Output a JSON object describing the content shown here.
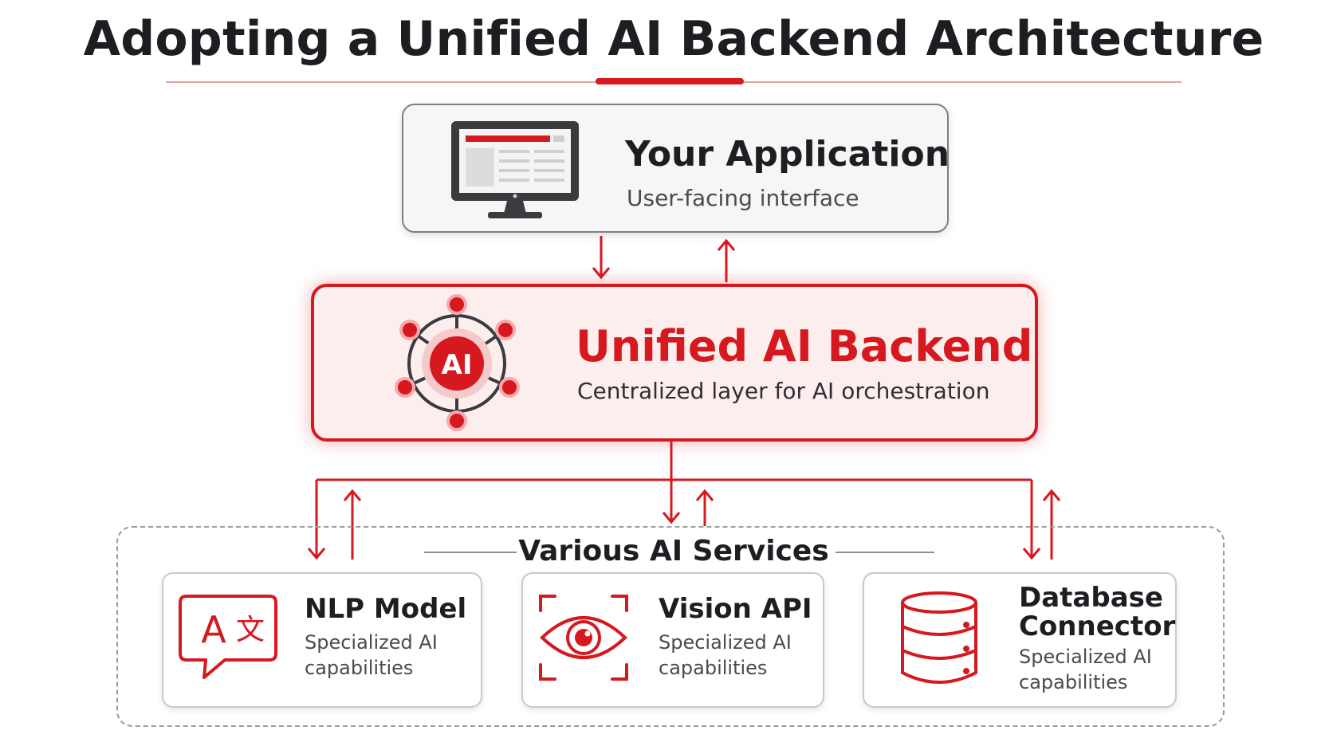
{
  "title": "Adopting a Unified AI Backend Architecture",
  "application": {
    "title": "Your Application",
    "subtitle": "User-facing interface",
    "icon": "monitor-icon"
  },
  "backend": {
    "title": "Unified AI Backend",
    "subtitle": "Centralized layer for AI orchestration",
    "icon_label": "AI",
    "icon": "ai-network-icon"
  },
  "services": {
    "title": "Various AI Services",
    "items": [
      {
        "title": "NLP Model",
        "subtitle": "Specialized AI capabilities",
        "icon": "translate-icon",
        "glyph_a": "A",
        "glyph_b": "文"
      },
      {
        "title": "Vision API",
        "subtitle": "Specialized AI capabilities",
        "icon": "eye-scan-icon"
      },
      {
        "title": "Database Connector",
        "subtitle": "Specialized AI capabilities",
        "icon": "database-icon"
      }
    ]
  },
  "colors": {
    "accent": "#d6181f",
    "text": "#1d1d22",
    "muted": "#4a4a50"
  }
}
